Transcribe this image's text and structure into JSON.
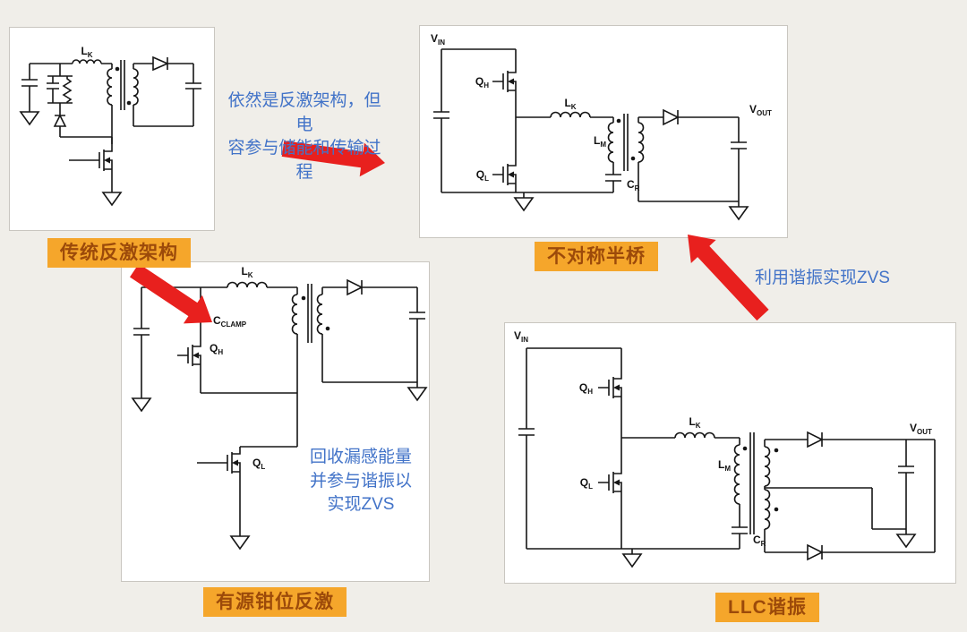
{
  "labels": {
    "traditional": "传统反激架构",
    "asym": "不对称半桥",
    "active_clamp": "有源钳位反激",
    "llc": "LLC谐振"
  },
  "annotations": {
    "cap_note": "依然是反激架构，但电\n容参与储能和传输过程",
    "zvs_note": "利用谐振实现ZVS",
    "clamp_note": "回收漏感能量\n并参与谐振以\n实现ZVS"
  },
  "colors": {
    "label_bg": "#F5A62B",
    "label_text": "#9C4A0A",
    "arrow": "#E8201E",
    "note_blue": "#4273C8"
  },
  "parts": {
    "LK": {
      "m": "L",
      "s": "K"
    },
    "LM": {
      "m": "L",
      "s": "M"
    },
    "CR": {
      "m": "C",
      "s": "R"
    },
    "QH": {
      "m": "Q",
      "s": "H"
    },
    "QL": {
      "m": "Q",
      "s": "L"
    },
    "VIN": {
      "m": "V",
      "s": "IN"
    },
    "VOUT": {
      "m": "V",
      "s": "OUT"
    },
    "CCLAMP": {
      "m": "C",
      "s": "CLAMP"
    }
  }
}
